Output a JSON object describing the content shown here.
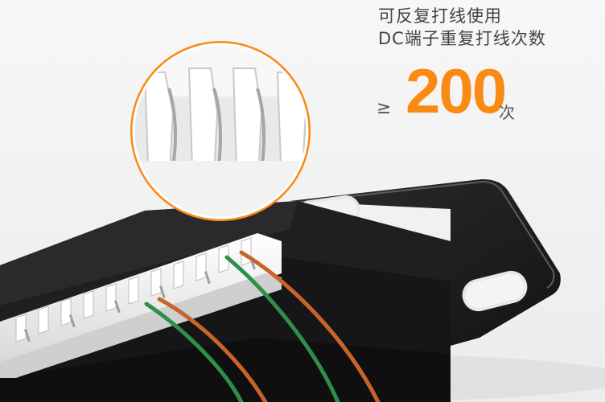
{
  "promo": {
    "line1": "可反复打线使用",
    "line2": "DC端子重复打线次数",
    "symbol": "≥",
    "number": "200",
    "unit": "次"
  },
  "colors": {
    "accent": "#f98a14",
    "panel": "#1d1d1f",
    "wire_orange": "#c8642a",
    "wire_green": "#2f8f4a",
    "background": "#f4f4f4"
  }
}
